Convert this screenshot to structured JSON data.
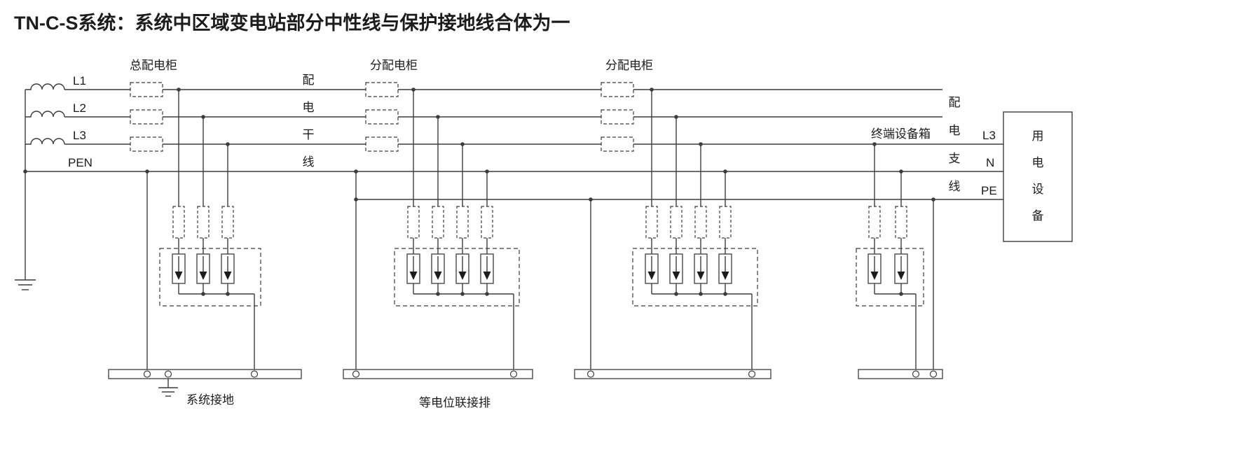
{
  "title": "TN-C-S系统：系统中区域变电站部分中性线与保护接地线合体为一",
  "colors": {
    "title": "#2020b0",
    "stroke": "#3c3c3c"
  },
  "left_conductors": {
    "l1": "L1",
    "l2": "L2",
    "l3": "L3",
    "pen": "PEN"
  },
  "cabinets": {
    "main": "总配电柜",
    "sub1": "分配电柜",
    "sub2": "分配电柜"
  },
  "trunk_chars": [
    "配",
    "电",
    "干",
    "线"
  ],
  "branch_chars": [
    "配",
    "电",
    "支",
    "线"
  ],
  "terminal_box": "终端设备箱",
  "right_conductors": {
    "l3": "L3",
    "n": "N",
    "pe": "PE"
  },
  "equipment_chars": [
    "用",
    "电",
    "设",
    "备"
  ],
  "grounding": {
    "system": "系统接地",
    "equipotential": "等电位联接排"
  }
}
